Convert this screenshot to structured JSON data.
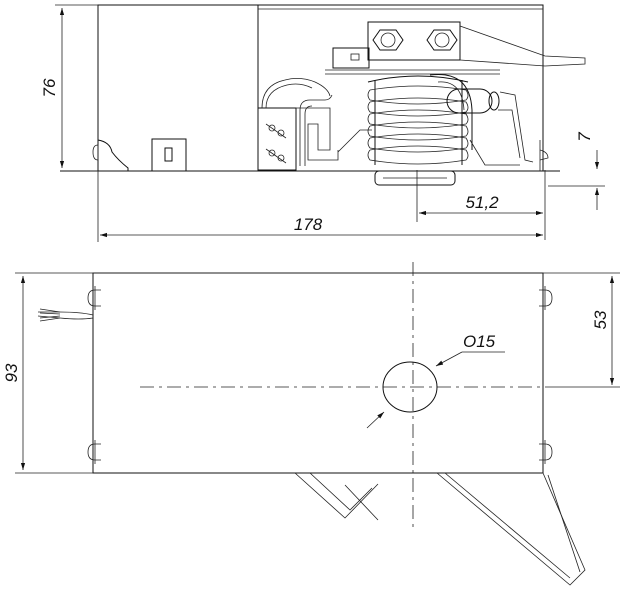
{
  "dimensions": {
    "height_side": "76",
    "offset": "7",
    "spring_width": "51,2",
    "length": "178",
    "height_top": "93",
    "hole_offset": "53",
    "hole_diameter": "O15"
  },
  "colors": {
    "line": "#111111",
    "background": "#ffffff"
  }
}
